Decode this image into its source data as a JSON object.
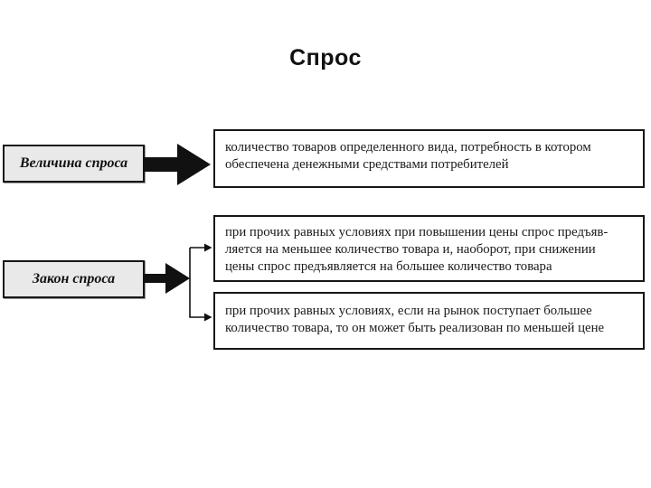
{
  "title": "Спрос",
  "diagram": {
    "left_boxes": [
      {
        "label": "Величина спроса"
      },
      {
        "label": "Закон спроса"
      }
    ],
    "right_boxes": [
      {
        "text": "количество товаров определенного вида, потребность в котором\nобеспечена денежными средствами потребителей"
      },
      {
        "text": "при прочих равных условиях при повышении цены спрос предъяв-\nляется на меньшее количество товара и, наоборот, при снижении\nцены спрос предъявляется на большее количество товара"
      },
      {
        "text": "при прочих равных условиях, если на рынок поступает большее\nколичество товара, то он может быть реализован по меньшей цене"
      }
    ],
    "connectors": {
      "velichina_arrow": "thick-right-block-arrow",
      "zakon_arrow": "thick-right-block-arrow",
      "branch": "right-bracket-with-two-small-arrows"
    }
  },
  "colors": {
    "background": "#ffffff",
    "label_box_fill": "#e9e9e9",
    "box_border": "#161616",
    "arrow": "#111111",
    "text": "#1a1a1a"
  }
}
